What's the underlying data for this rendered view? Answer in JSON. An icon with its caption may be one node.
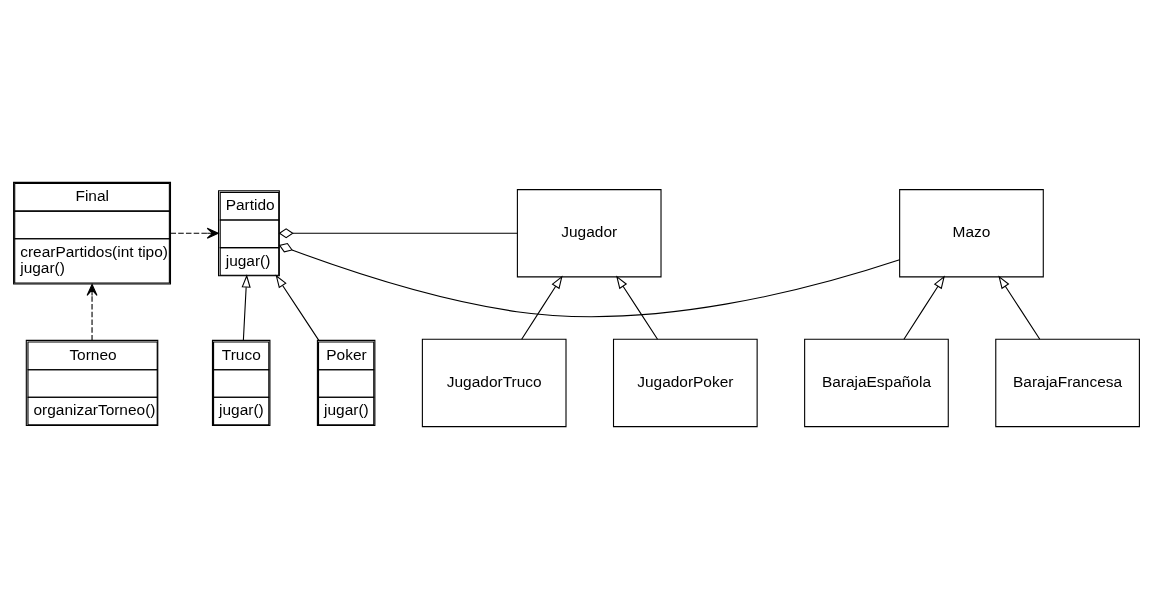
{
  "diagram": {
    "nodes": [
      {
        "text": [
          "Final",
          "crearPartidos(int tipo)",
          "jugar()"
        ]
      },
      {
        "text": [
          "Partido",
          "jugar()"
        ]
      },
      {
        "text": [
          "Jugador"
        ]
      },
      {
        "text": [
          "Truco",
          "jugar()"
        ]
      },
      {
        "text": [
          "Poker",
          "jugar()"
        ]
      },
      {
        "text": [
          "JugadorTruco"
        ]
      },
      {
        "text": [
          "JugadorPoker"
        ]
      },
      {
        "text": [
          "Mazo"
        ]
      },
      {
        "text": [
          "Torneo",
          "organizarTorneo()"
        ]
      },
      {
        "text": [
          "BarajaEspañola"
        ]
      },
      {
        "text": [
          "BarajaFrancesa"
        ]
      }
    ],
    "edges": [
      {
        "from": 0,
        "to": 1,
        "arrow": "to",
        "style": "dashed"
      },
      {
        "from": 1,
        "to": 2,
        "arrow": "other"
      },
      {
        "from": 1,
        "to": 7,
        "arrow": "other"
      },
      {
        "from": 3,
        "to": 1,
        "arrow": "to"
      },
      {
        "from": 4,
        "to": 1,
        "arrow": "to"
      },
      {
        "from": 5,
        "to": 2,
        "arrow": "to"
      },
      {
        "from": 6,
        "to": 2,
        "arrow": "to"
      },
      {
        "from": 8,
        "to": 0,
        "arrow": "to",
        "style": "dashed"
      },
      {
        "from": 9,
        "to": 7,
        "arrow": "to"
      },
      {
        "from": 10,
        "to": 7,
        "arrow": "to"
      }
    ]
  }
}
